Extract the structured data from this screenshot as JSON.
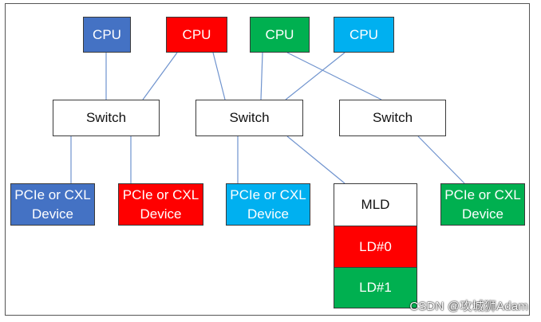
{
  "colors": {
    "blue": "#4472C4",
    "red": "#FF0000",
    "green": "#00B050",
    "cyan": "#00B0F0",
    "wire": "#6F93CE"
  },
  "cpus": [
    {
      "label": "CPU",
      "color": "blue"
    },
    {
      "label": "CPU",
      "color": "red"
    },
    {
      "label": "CPU",
      "color": "green"
    },
    {
      "label": "CPU",
      "color": "cyan"
    }
  ],
  "switches": [
    {
      "label": "Switch"
    },
    {
      "label": "Switch"
    },
    {
      "label": "Switch"
    }
  ],
  "devices": [
    {
      "label": "PCIe or CXL\nDevice",
      "color": "blue"
    },
    {
      "label": "PCIe or CXL\nDevice",
      "color": "red"
    },
    {
      "label": "PCIe or CXL\nDevice",
      "color": "cyan"
    },
    {
      "label": "PCIe or CXL\nDevice",
      "color": "green"
    }
  ],
  "mld": {
    "label": "MLD",
    "logical_devices": [
      {
        "label": "LD#0",
        "color": "red"
      },
      {
        "label": "LD#1",
        "color": "green"
      }
    ]
  },
  "watermark": "CSDN @攻城狮Adam"
}
